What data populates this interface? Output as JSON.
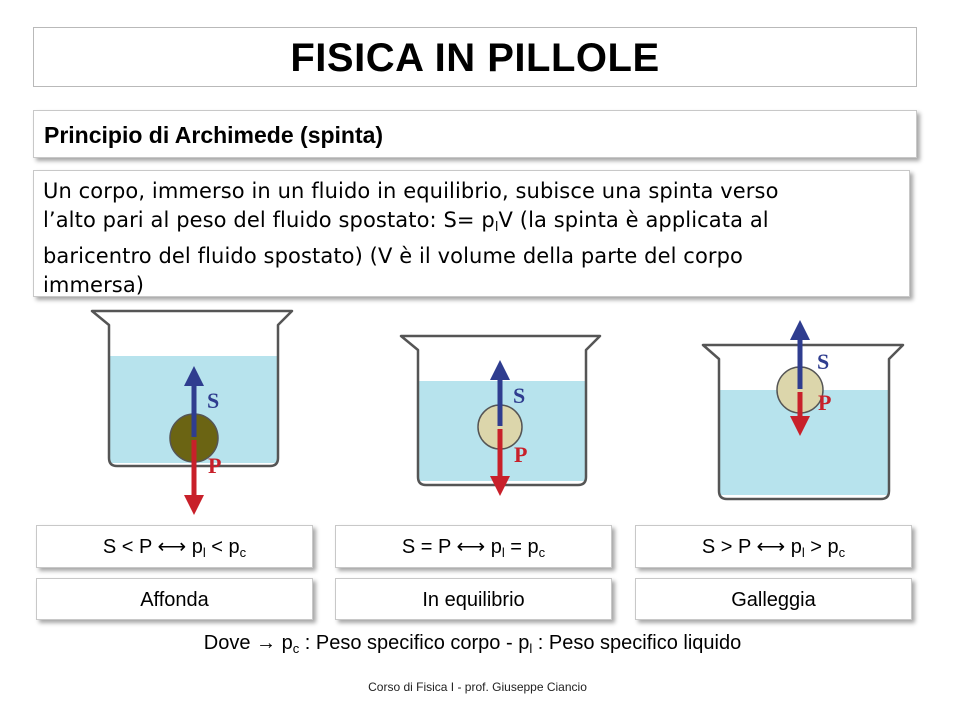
{
  "slide": {
    "title": "FISICA IN PILLOLE",
    "subtitle": "Principio di Archimede (spinta)",
    "statement": {
      "line1": "Un corpo, immerso in un fluido in equilibrio, subisce una spinta verso",
      "line2_pre": "l’alto pari al peso del fluido spostato: S= p",
      "line2_sub": "l",
      "line2_post": "V (la spinta è applicata al",
      "line3": "baricentro del fluido spostato)  (V è il volume della parte del corpo",
      "line4": "immersa)"
    },
    "cases": [
      {
        "condition": {
          "lhs": "S < P",
          "arrow": " ⟷ ",
          "p1": "p",
          "s1": "l",
          "op": " < ",
          "p2": "p",
          "s2": "c"
        },
        "label": "Affonda",
        "force_up": "S",
        "force_down": "P"
      },
      {
        "condition": {
          "lhs": "S = P",
          "arrow": " ⟷ ",
          "p1": "p",
          "s1": "l",
          "op": " = ",
          "p2": "p",
          "s2": "c"
        },
        "label": "In equilibrio",
        "force_up": "S",
        "force_down": "P"
      },
      {
        "condition": {
          "lhs": "S > P",
          "arrow": " ⟷ ",
          "p1": "p",
          "s1": "l",
          "op": " > ",
          "p2": "p",
          "s2": "c"
        },
        "label": "Galleggia",
        "force_up": "S",
        "force_down": "P"
      }
    ],
    "legend": {
      "pre": "Dove → ",
      "p_c": "p",
      "s_c": "c",
      "mid": " : Peso specifico corpo - ",
      "p_l": "p",
      "s_l": "l",
      "post": " : Peso specifico liquido"
    },
    "footer": "Corso di Fisica I - prof. Giuseppe Ciancio"
  },
  "colors": {
    "water": "#b7e3ed",
    "beaker_stroke": "#555555",
    "body_sinking": "#6b6413",
    "body_neutral": "#dcd6ab",
    "arrow_up": "#2f3d8f",
    "arrow_down": "#c8202a"
  }
}
